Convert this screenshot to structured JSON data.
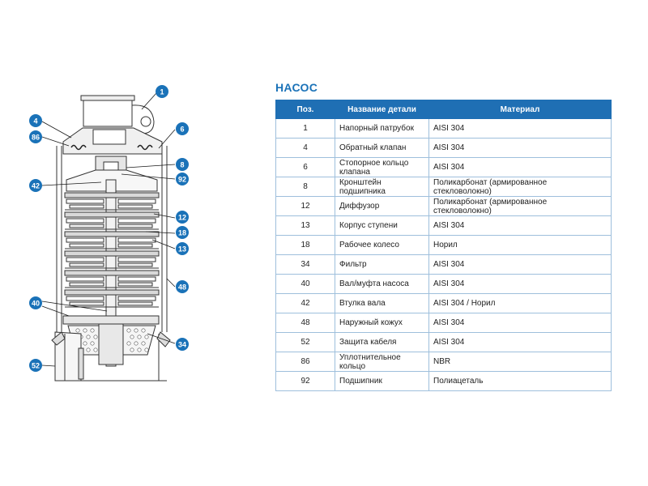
{
  "title": "НАСОС",
  "table": {
    "headers": [
      "Поз.",
      "Название детали",
      "Материал"
    ],
    "rows": [
      {
        "pos": "1",
        "name": "Напорный патрубок",
        "material": "AISI 304"
      },
      {
        "pos": "4",
        "name": "Обратный клапан",
        "material": "AISI 304"
      },
      {
        "pos": "6",
        "name": "Стопорное кольцо клапана",
        "material": "AISI 304"
      },
      {
        "pos": "8",
        "name": "Кронштейн подшипника",
        "material": "Поликарбонат (армированное стекловолокно)"
      },
      {
        "pos": "12",
        "name": "Диффузор",
        "material": "Поликарбонат (армированное стекловолокно)"
      },
      {
        "pos": "13",
        "name": "Корпус ступени",
        "material": "AISI 304"
      },
      {
        "pos": "18",
        "name": "Рабочее колесо",
        "material": "Норил"
      },
      {
        "pos": "34",
        "name": "Фильтр",
        "material": "AISI 304"
      },
      {
        "pos": "40",
        "name": "Вал/муфта насоса",
        "material": "AISI 304"
      },
      {
        "pos": "42",
        "name": "Втулка вала",
        "material": "AISI 304 / Норил"
      },
      {
        "pos": "48",
        "name": "Наружный кожух",
        "material": "AISI 304"
      },
      {
        "pos": "52",
        "name": "Защита кабеля",
        "material": "AISI 304"
      },
      {
        "pos": "86",
        "name": "Уплотнительное кольцо",
        "material": "NBR"
      },
      {
        "pos": "92",
        "name": "Подшипник",
        "material": "Полиацеталь"
      }
    ]
  },
  "diagram": {
    "callouts": [
      "1",
      "4",
      "86",
      "6",
      "8",
      "92",
      "42",
      "12",
      "18",
      "13",
      "48",
      "40",
      "34",
      "52"
    ]
  },
  "colors": {
    "accent": "#1a72b8",
    "header_bg": "#1f6fb4",
    "row_border": "#9ebfdc"
  }
}
